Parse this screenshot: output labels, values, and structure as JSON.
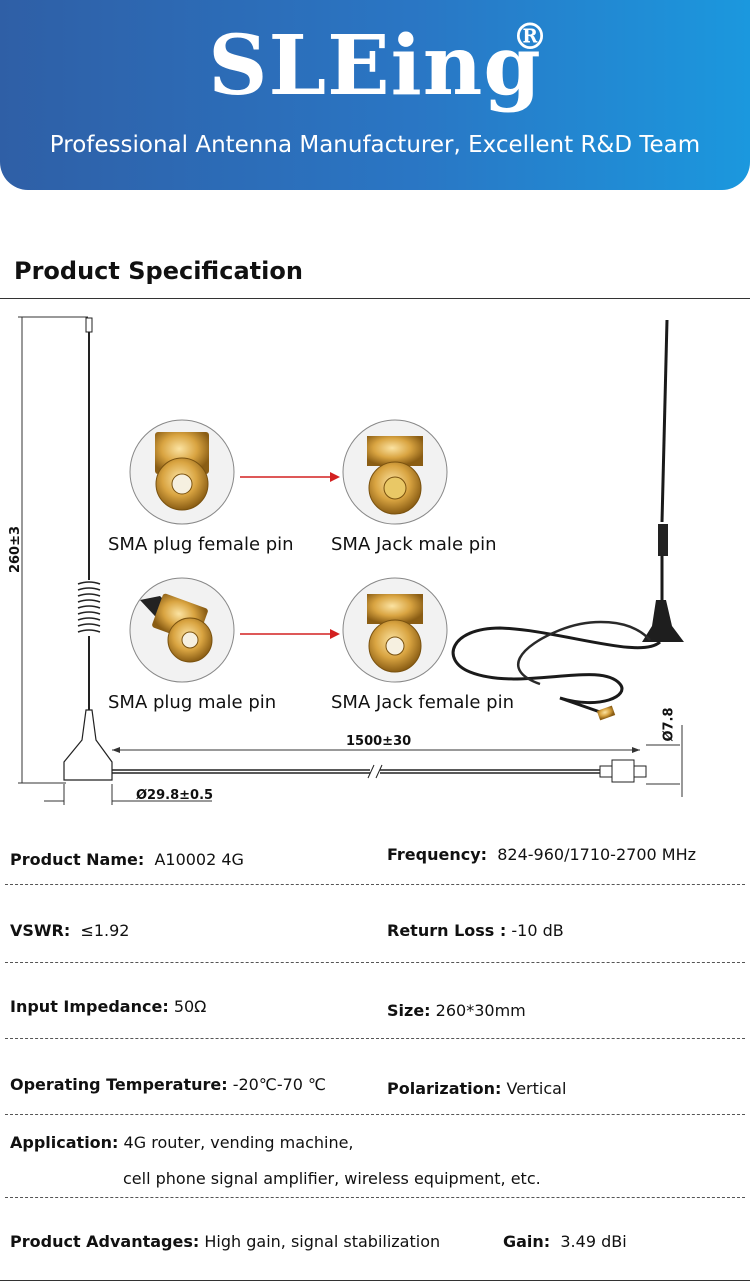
{
  "header": {
    "brand": "SLEing",
    "registered": "®",
    "tagline": "Professional Antenna Manufacturer, Excellent R&D Team"
  },
  "section": {
    "title": "Product Specification"
  },
  "figure": {
    "height_dim": "260±3",
    "cable_dim": "1500±30",
    "base_dim": "Ø29.8±0.5",
    "plug_dim": "Ø7.8",
    "connectors": [
      {
        "label": "SMA plug female pin",
        "target": "SMA Jack male pin"
      },
      {
        "label": "SMA plug male pin",
        "target": "SMA Jack female pin"
      }
    ]
  },
  "specs": {
    "product_name": {
      "label": "Product Name:",
      "value": "A10002  4G"
    },
    "frequency": {
      "label": "Frequency:",
      "value": "824-960/1710-2700 MHz"
    },
    "vswr": {
      "label": "VSWR:",
      "value": "≤1.92"
    },
    "return_loss": {
      "label": "Return Loss :",
      "value": "-10 dB"
    },
    "impedance": {
      "label": "Input Impedance:",
      "value": "50Ω"
    },
    "size": {
      "label": "Size:",
      "value": "260*30mm"
    },
    "temperature": {
      "label": "Operating Temperature:",
      "value": "-20℃-70 ℃"
    },
    "polarization": {
      "label": "Polarization:",
      "value": "Vertical"
    },
    "application": {
      "label": "Application:",
      "line1": "4G router, vending machine,",
      "line2": "cell phone signal amplifier, wireless equipment, etc."
    },
    "advantages": {
      "label": "Product Advantages:",
      "value": "High gain, signal stabilization"
    },
    "gain": {
      "label": "Gain:",
      "value": "3.49 dBi"
    }
  },
  "colors": {
    "banner_start": "#2f5fa6",
    "banner_end": "#1b98de",
    "arrow": "#d32020",
    "gold": "#d9a441"
  }
}
